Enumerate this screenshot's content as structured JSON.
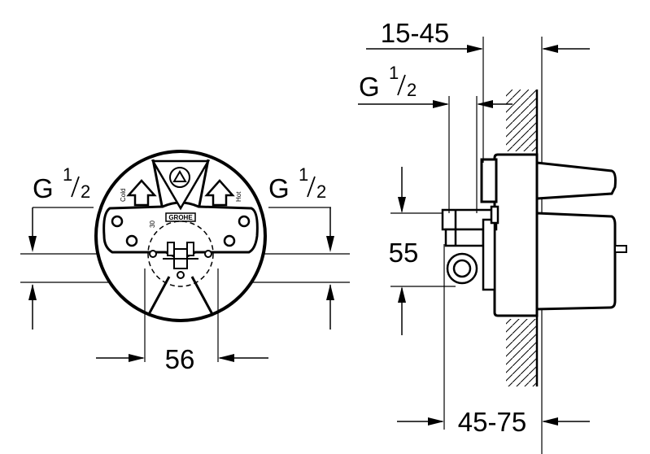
{
  "front_view": {
    "inlet_left": {
      "letter": "G",
      "num": "1",
      "den": "2"
    },
    "inlet_right": {
      "letter": "G",
      "num": "1",
      "den": "2"
    },
    "spacing_dim": "56",
    "logo_text": "GROHE",
    "dial_mark": "30",
    "label_left": "Cold",
    "label_right": "Hot"
  },
  "side_view": {
    "depth_dim": "15-45",
    "inlet": {
      "letter": "G",
      "num": "1",
      "den": "2"
    },
    "height_dim": "55",
    "installation_dim": "45-75"
  }
}
